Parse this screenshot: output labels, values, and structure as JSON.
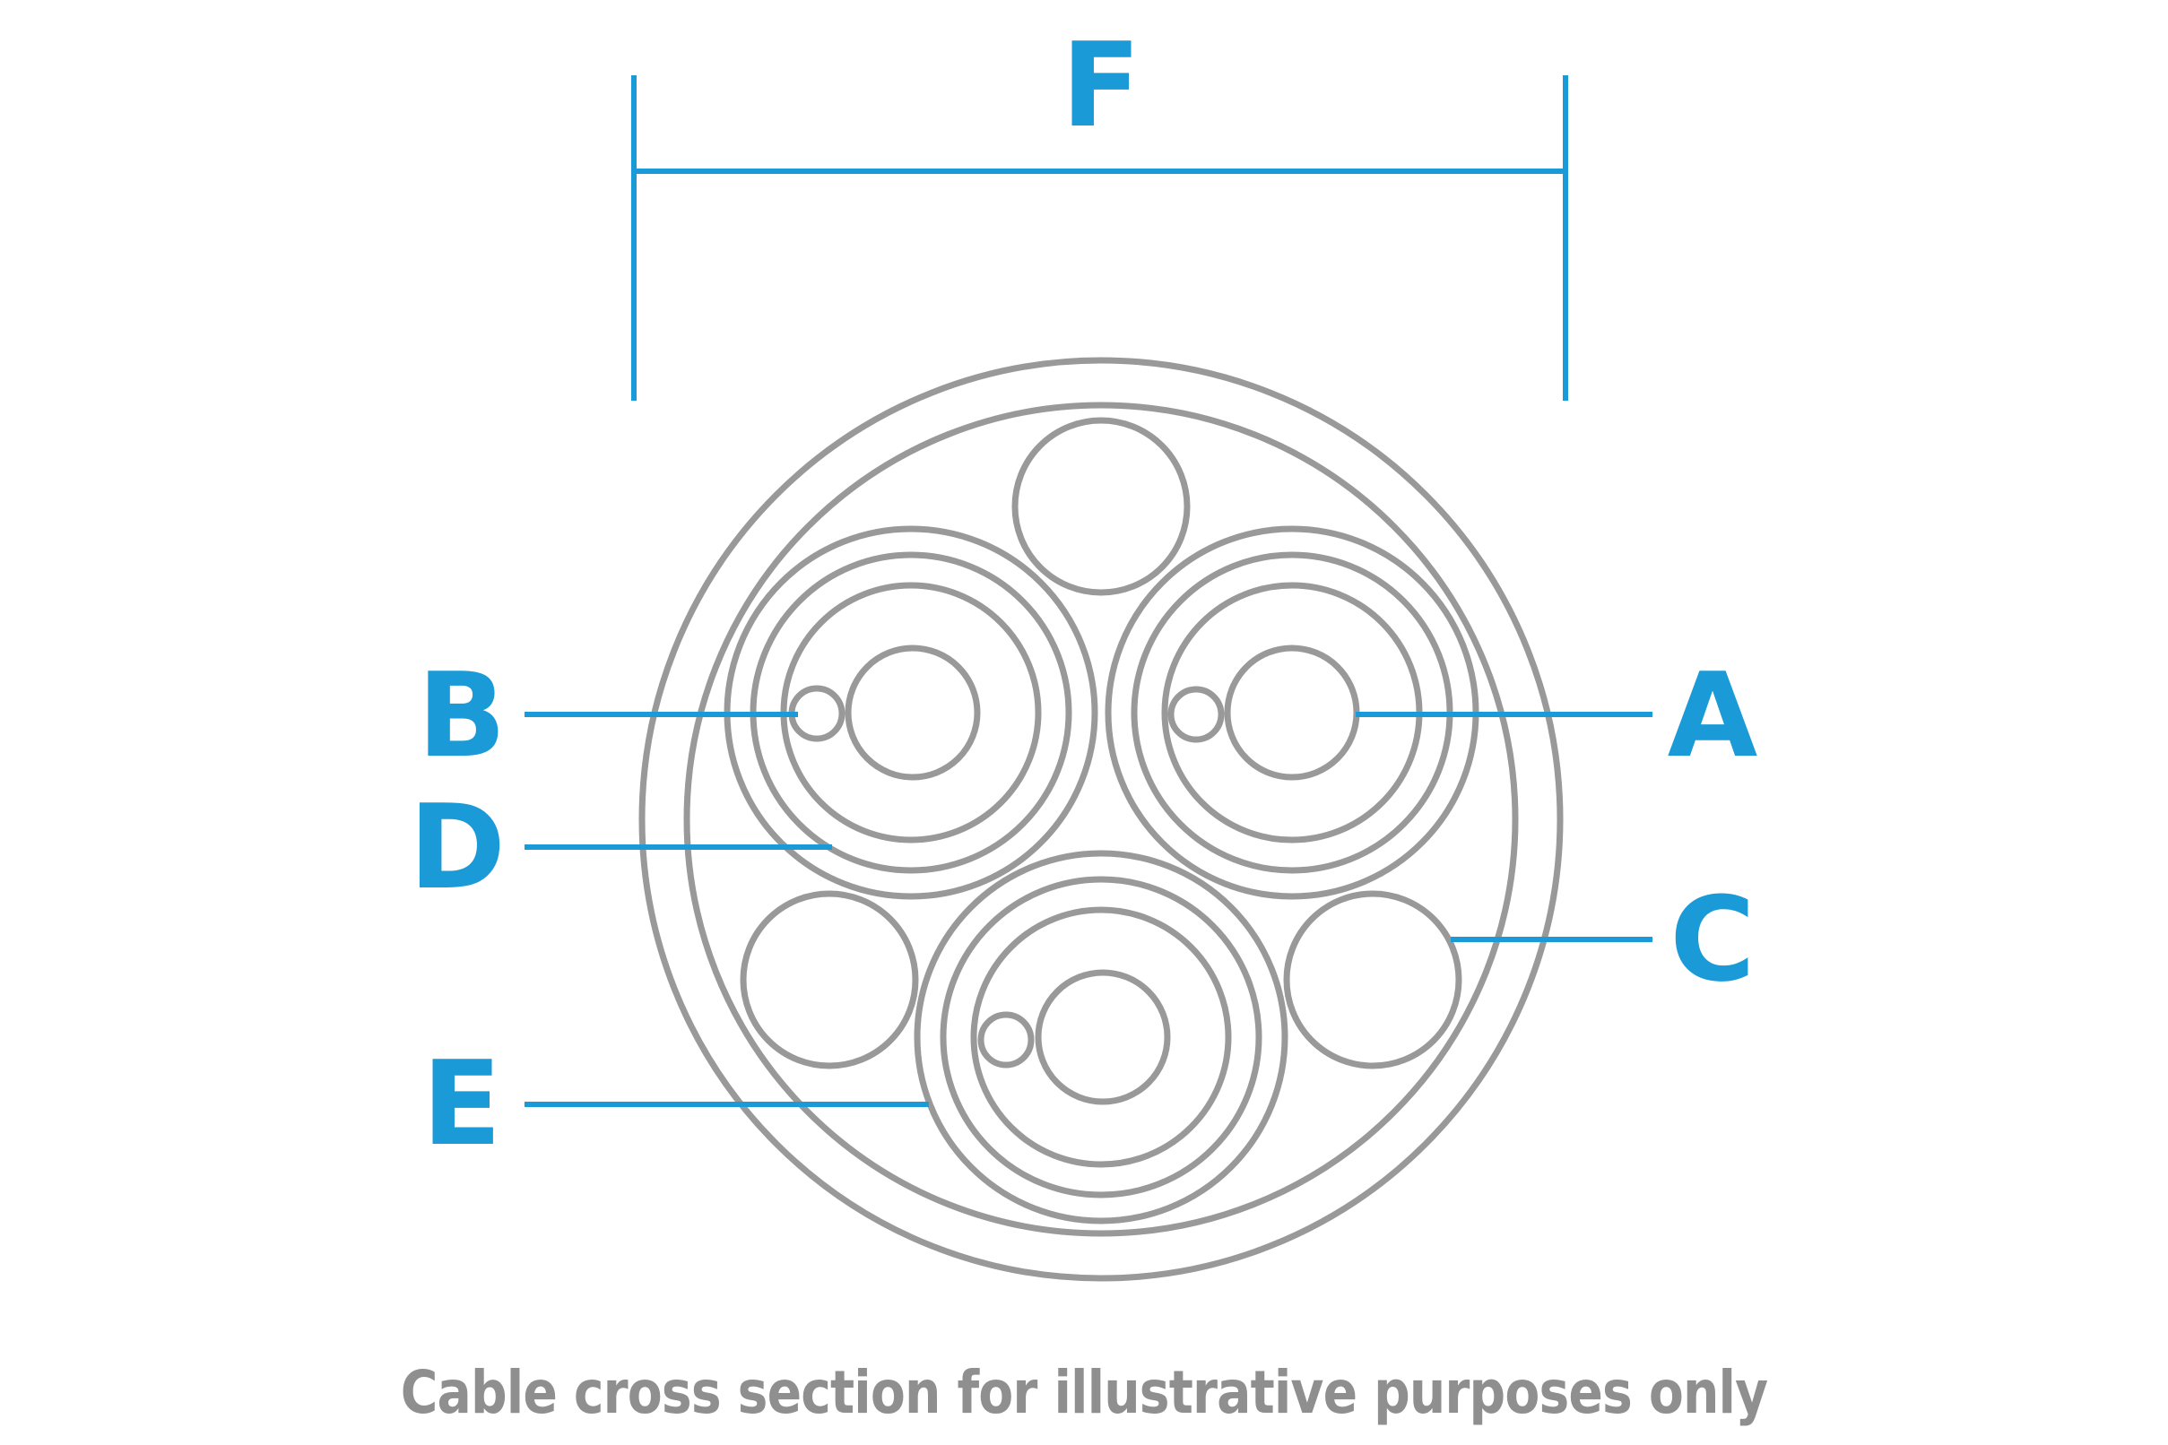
{
  "colors": {
    "accent": "#1a9ad6",
    "line": "#999999",
    "caption": "#8f8f8f"
  },
  "labels": {
    "a": "A",
    "b": "B",
    "c": "C",
    "d": "D",
    "e": "E",
    "f": "F"
  },
  "caption": "Cable cross section for illustrative purposes only"
}
